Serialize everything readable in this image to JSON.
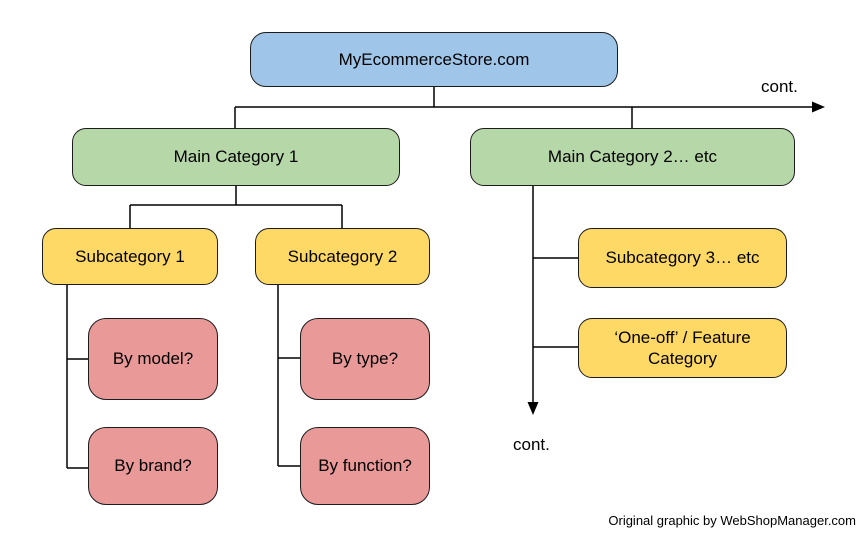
{
  "diagram_title": "MyEcommerceStore.com",
  "colors": {
    "root": "#9fc5e8",
    "category": "#b6d7a8",
    "subcategory": "#ffd966",
    "attribute": "#ea9999",
    "line": "#000000"
  },
  "nodes": {
    "root": {
      "label": "MyEcommerceStore.com"
    },
    "main_category_1": {
      "label": "Main Category 1"
    },
    "main_category_2": {
      "label": "Main Category 2… etc"
    },
    "subcategory_1": {
      "label": "Subcategory 1"
    },
    "subcategory_2": {
      "label": "Subcategory 2"
    },
    "subcategory_3": {
      "label": "Subcategory 3… etc"
    },
    "one_off": {
      "label": "‘One-off’ / Feature Category"
    },
    "by_model": {
      "label": "By model?"
    },
    "by_brand": {
      "label": "By brand?"
    },
    "by_type": {
      "label": "By type?"
    },
    "by_function": {
      "label": "By function?"
    }
  },
  "annotations": {
    "cont_top_right": "cont.",
    "cont_bottom": "cont.",
    "attribution": "Original graphic by WebShopManager.com"
  }
}
